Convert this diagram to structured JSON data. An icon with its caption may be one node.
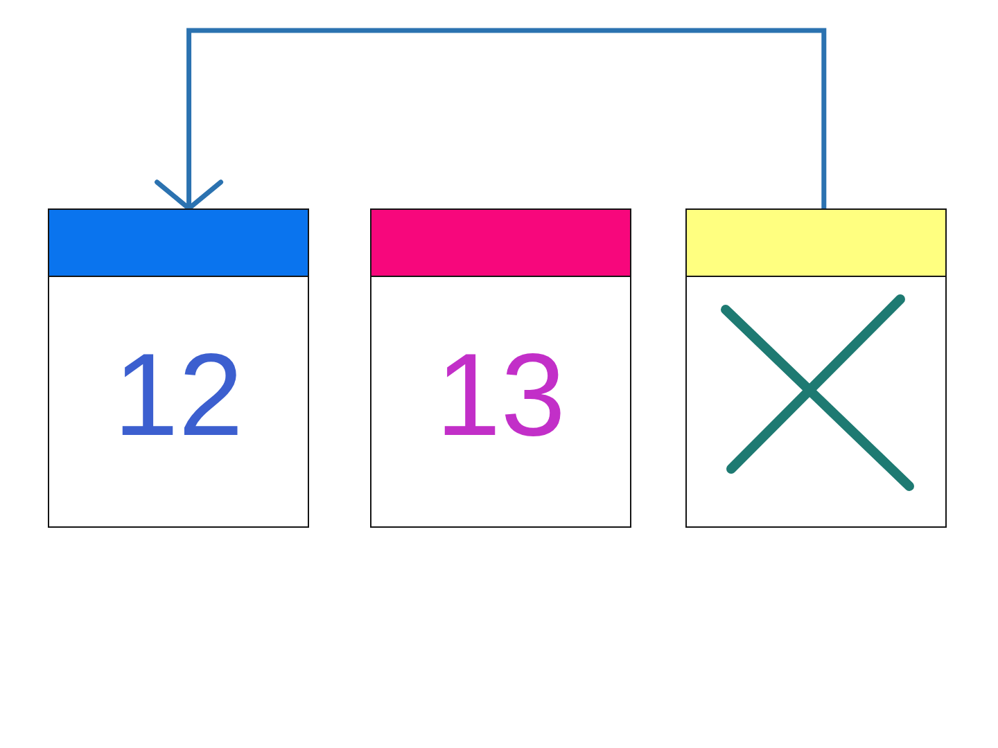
{
  "diagram": {
    "nodes": [
      {
        "text": [
          "12"
        ]
      },
      {
        "text": [
          "13"
        ]
      },
      {
        "text": [],
        "shape": "box"
      }
    ],
    "edges": [
      {
        "from": 2,
        "to": 0,
        "arrow": "to"
      }
    ]
  }
}
